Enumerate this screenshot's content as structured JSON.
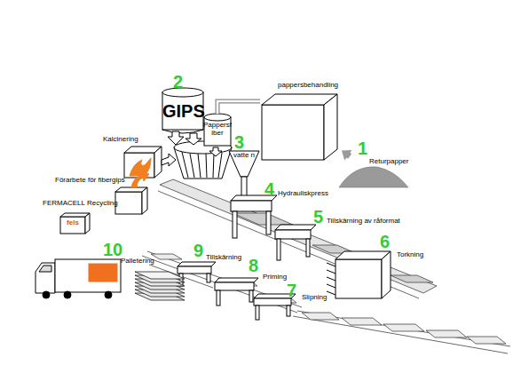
{
  "diagram": {
    "nodes": [
      {
        "text": [
          "GIPS"
        ]
      },
      {
        "text": [
          "Pappersf iber"
        ]
      },
      {
        "text": [
          "pappersbehandling"
        ]
      },
      {
        "text": [
          "Kalcinering"
        ]
      },
      {
        "text": [
          "vatte n"
        ]
      },
      {
        "text": [
          "Returpapper"
        ]
      },
      {
        "text": [
          "Förarbete för fibergips"
        ]
      },
      {
        "text": [
          "FERMACELL Recycling",
          "fels"
        ]
      },
      {
        "text": [
          "Hydrauliskpress"
        ]
      },
      {
        "text": [
          "Tillskärning av råformat"
        ]
      },
      {
        "text": [
          "Torkning"
        ]
      },
      {
        "text": [
          "Slipning"
        ]
      },
      {
        "text": [
          "Priming"
        ]
      },
      {
        "text": [
          "Tillskärning"
        ]
      },
      {
        "text": [
          "Palletering"
        ]
      }
    ],
    "edges": [
      {
        "from": 5,
        "to": 2,
        "arrow": "to"
      },
      {
        "from": 2,
        "to": 1,
        "arrow": "none"
      }
    ],
    "labels": [
      "1",
      "2",
      "3",
      "4",
      "5",
      "6",
      "7",
      "8",
      "9",
      "10"
    ]
  }
}
